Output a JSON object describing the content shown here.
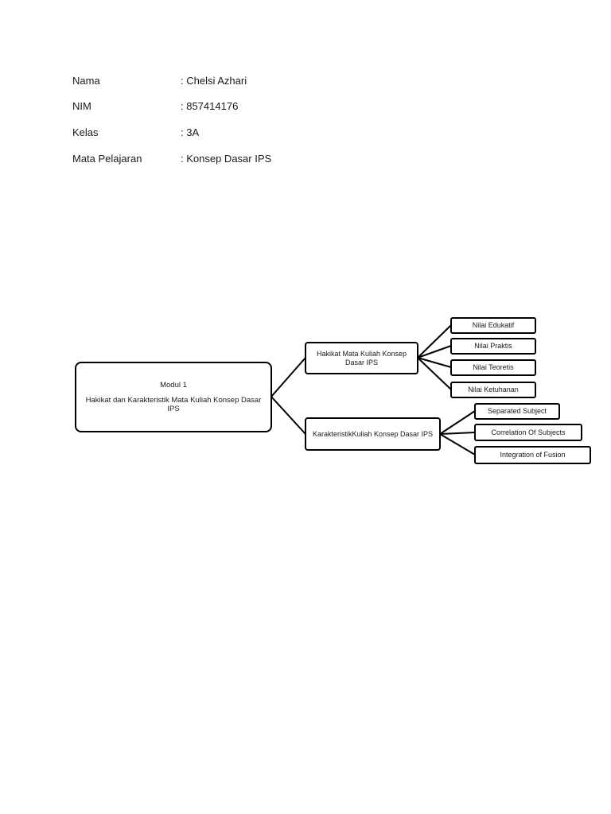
{
  "header": {
    "rows": [
      {
        "label": "Nama",
        "value": ": Chelsi Azhari"
      },
      {
        "label": "NIM",
        "value": ": 857414176"
      },
      {
        "label": "Kelas",
        "value": ": 3A"
      },
      {
        "label": "Mata Pelajaran",
        "value": ": Konsep Dasar IPS"
      }
    ]
  },
  "mindmap": {
    "root": {
      "title": "Modul 1",
      "subtitle": "Hakikat dan Karakteristik Mata Kuliah Konsep Dasar IPS"
    },
    "branches": [
      {
        "label": "Hakikat Mata Kuliah Konsep Dasar IPS",
        "children": [
          "Nilai Edukatif",
          "Nilai Praktis",
          "Nilai Teoretis",
          "Nilai Ketuhanan"
        ]
      },
      {
        "label": "KarakteristikKuliah Konsep Dasar IPS",
        "children": [
          "Separated Subject",
          "Correlation Of Subjects",
          "Integration of Fusion"
        ]
      }
    ]
  }
}
